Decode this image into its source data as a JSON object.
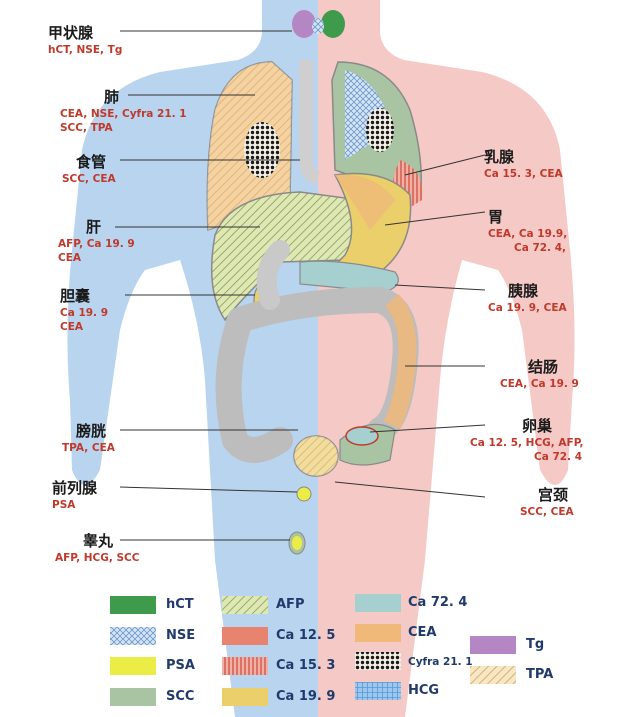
{
  "organs": [
    {
      "id": "thyroid",
      "name": "甲状腺",
      "markers": [
        "hCT, NSE, Tg"
      ]
    },
    {
      "id": "lung",
      "name": "肺",
      "markers": [
        "CEA, NSE, Cyfra 21. 1",
        "SCC, TPA"
      ]
    },
    {
      "id": "esophagus",
      "name": "食管",
      "markers": [
        "SCC, CEA"
      ]
    },
    {
      "id": "liver",
      "name": "肝",
      "markers": [
        "AFP, Ca 19. 9",
        "CEA"
      ]
    },
    {
      "id": "gallbladder",
      "name": "胆囊",
      "markers": [
        "Ca 19. 9",
        "CEA"
      ]
    },
    {
      "id": "bladder",
      "name": "膀胱",
      "markers": [
        "TPA, CEA"
      ]
    },
    {
      "id": "prostate",
      "name": "前列腺",
      "markers": [
        "PSA"
      ]
    },
    {
      "id": "testis",
      "name": "睾丸",
      "markers": [
        "AFP, HCG, SCC"
      ]
    },
    {
      "id": "breast",
      "name": "乳腺",
      "markers": [
        "Ca 15. 3, CEA"
      ]
    },
    {
      "id": "stomach",
      "name": "胃",
      "markers": [
        "CEA, Ca 19.9,",
        "Ca 72. 4,"
      ]
    },
    {
      "id": "pancreas",
      "name": "胰腺",
      "markers": [
        "Ca 19. 9, CEA"
      ]
    },
    {
      "id": "colon",
      "name": "结肠",
      "markers": [
        "CEA, Ca 19. 9"
      ]
    },
    {
      "id": "ovary",
      "name": "卵巢",
      "markers": [
        "Ca 12. 5, HCG, AFP,",
        "Ca 72. 4"
      ]
    },
    {
      "id": "cervix",
      "name": "宫颈",
      "markers": [
        "SCC, CEA"
      ]
    }
  ],
  "legend": [
    {
      "id": "hct",
      "label": "hCT",
      "color": "#3f9b4c",
      "pattern": "solid"
    },
    {
      "id": "nse",
      "label": "NSE",
      "color": "#a9c9ea",
      "pattern": "crosshatch"
    },
    {
      "id": "psa",
      "label": "PSA",
      "color": "#ecec47",
      "pattern": "solid"
    },
    {
      "id": "scc",
      "label": "SCC",
      "color": "#a8c4a2",
      "pattern": "solid"
    },
    {
      "id": "afp",
      "label": "AFP",
      "color": "#b2c98e",
      "pattern": "diagonal"
    },
    {
      "id": "ca125",
      "label": "Ca 12. 5",
      "color": "#e8836f",
      "pattern": "solid"
    },
    {
      "id": "ca153",
      "label": "Ca 15. 3",
      "color": "#e7867a",
      "pattern": "vertical"
    },
    {
      "id": "ca199",
      "label": "Ca 19. 9",
      "color": "#eacf6a",
      "pattern": "solid"
    },
    {
      "id": "ca724",
      "label": "Ca 72. 4",
      "color": "#a6cfcf",
      "pattern": "solid"
    },
    {
      "id": "cea",
      "label": "CEA",
      "color": "#f0b979",
      "pattern": "solid"
    },
    {
      "id": "cyfra",
      "label": "Cyfra 21. 1",
      "color": "#222222",
      "pattern": "dots"
    },
    {
      "id": "hcg",
      "label": "HCG",
      "color": "#8ec0ea",
      "pattern": "hatch"
    },
    {
      "id": "tg",
      "label": "Tg",
      "color": "#b486c4",
      "pattern": "solid"
    },
    {
      "id": "tpa",
      "label": "TPA",
      "color": "#f2d6a4",
      "pattern": "diagonal"
    }
  ]
}
